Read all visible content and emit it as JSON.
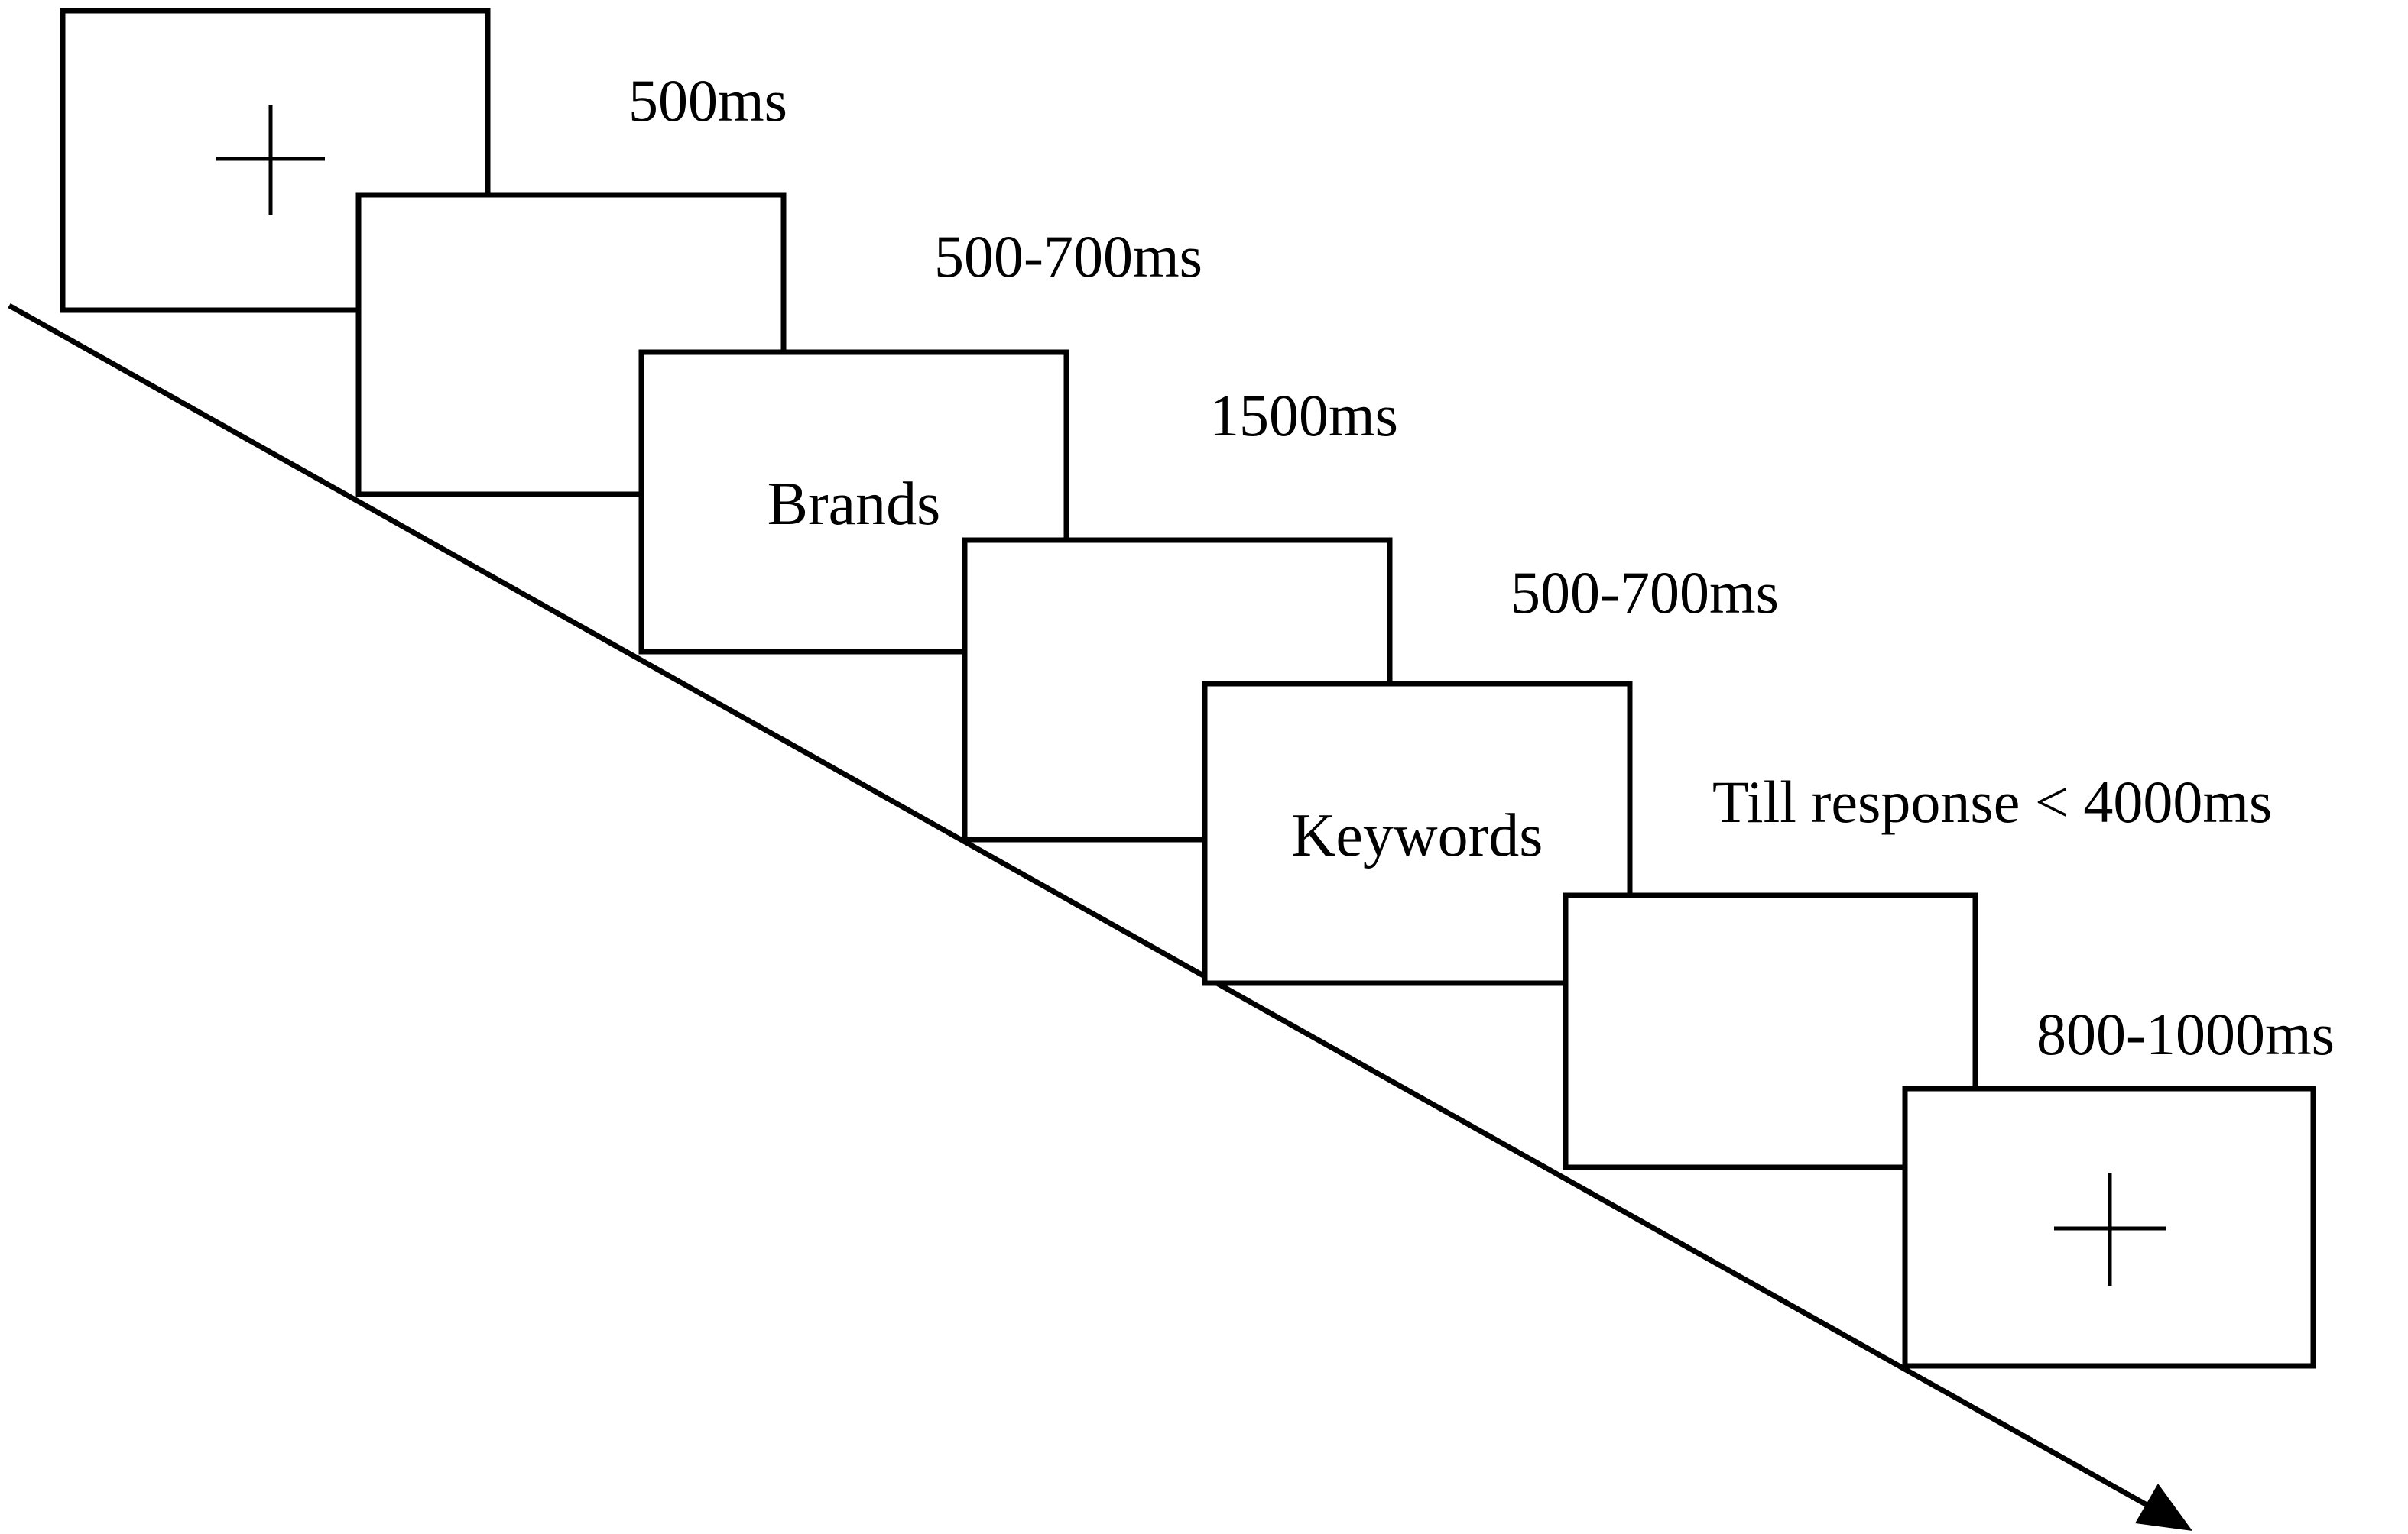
{
  "screens": [
    {
      "kind": "fixation",
      "content": "+",
      "duration": "500ms"
    },
    {
      "kind": "blank",
      "content": "",
      "duration": "500-700ms"
    },
    {
      "kind": "text",
      "content": "Brands",
      "duration": "1500ms"
    },
    {
      "kind": "blank",
      "content": "",
      "duration": "500-700ms"
    },
    {
      "kind": "text",
      "content": "Keywords",
      "duration": "Till response < 4000ms"
    },
    {
      "kind": "blank",
      "content": "",
      "duration": "800-1000ms"
    },
    {
      "kind": "fixation",
      "content": "+",
      "duration": ""
    }
  ],
  "icons": {
    "fixation": "fixation-cross-icon",
    "timeline": "time-arrow-icon"
  },
  "colors": {
    "stroke": "#000000",
    "background": "#ffffff"
  }
}
